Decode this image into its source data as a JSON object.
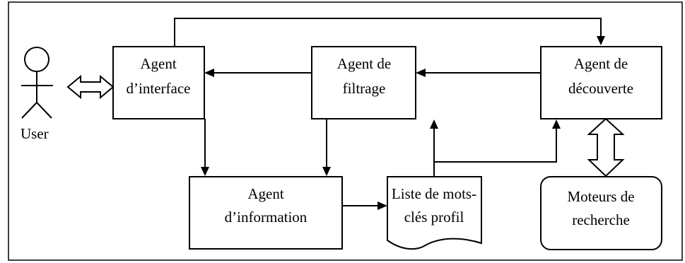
{
  "actor": {
    "label": "User"
  },
  "nodes": {
    "interface": {
      "line1": "Agent",
      "line2": "d’interface"
    },
    "filtrage": {
      "line1": "Agent de",
      "line2": "filtrage"
    },
    "decouverte": {
      "line1": "Agent de",
      "line2": "découverte"
    },
    "information": {
      "line1": "Agent",
      "line2": "d’information"
    },
    "liste": {
      "line1": "Liste de mots-",
      "line2": "clés profil"
    },
    "moteurs": {
      "line1": "Moteurs de",
      "line2": "recherche"
    }
  }
}
